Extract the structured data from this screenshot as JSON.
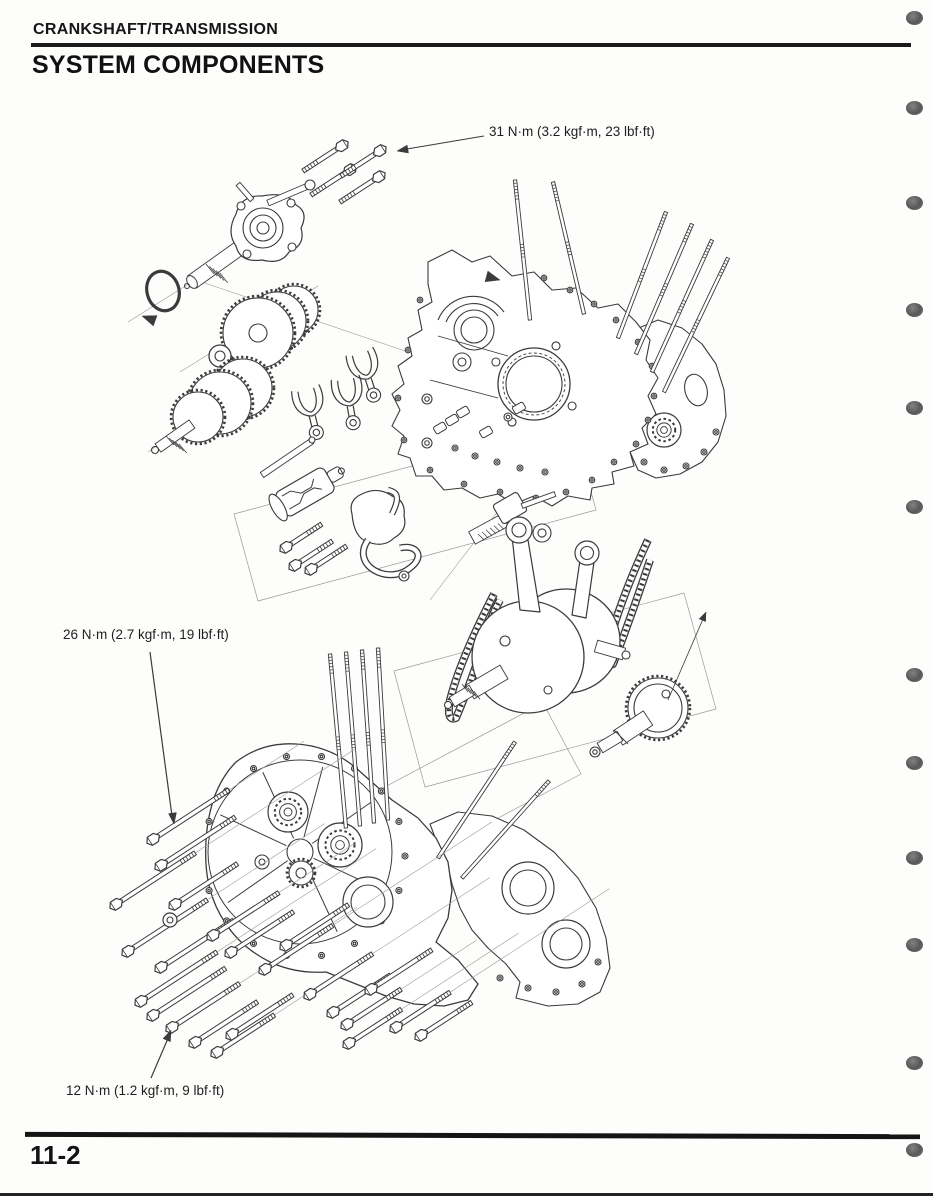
{
  "page": {
    "header": "CRANKSHAFT/TRANSMISSION",
    "title": "SYSTEM COMPONENTS",
    "page_number": "11-2",
    "binding_holes_count": 12
  },
  "labels": {
    "torque_top": "31 N·m (3.2 kgf·m, 23 lbf·ft)",
    "torque_mid": "26 N·m (2.7 kgf·m, 19 lbf·ft)",
    "torque_bottom": "12 N·m (1.2 kgf·m, 9 lbf·ft)"
  },
  "colors": {
    "ink": "#1a1a1a",
    "line_art": "#3b3b3b",
    "paper": "#fdfdfc",
    "binding_hole": "#5f5f5f"
  }
}
